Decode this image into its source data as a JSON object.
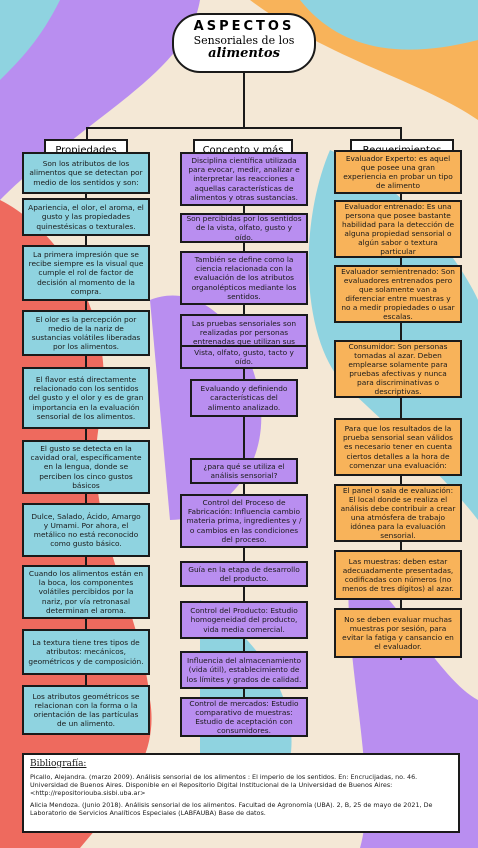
{
  "title": {
    "line1": "ASPECTOS",
    "line2": "Sensoriales de los",
    "line3": "alimentos"
  },
  "colors": {
    "blue": "#8fd3e0",
    "purple": "#b98ef0",
    "orange": "#f8b35a"
  },
  "columns": {
    "left": {
      "header": "Propiedades",
      "items": [
        "Son los atributos de los alimentos que se detectan por medio de los sentidos y son:",
        "Apariencia, el olor, el aroma, el gusto y las propiedades quinestésicas o texturales.",
        "La primera impresión que se recibe siempre es la visual que cumple el rol de factor de decisión al momento de la compra.",
        "El olor es la percepción por medio de la nariz de sustancias volátiles liberadas por los alimentos.",
        "El flavor está directamente relacionado con los sentidos del gusto y el olor y es de gran importancia en la evaluación sensorial de los alimentos.",
        "El gusto se detecta en la cavidad oral, específicamente en la lengua, donde se perciben los cinco gustos básicos",
        "Dulce, Salado, Ácido, Amargo y Umami. Por ahora, el metálico no está reconocido como gusto básico.",
        "Cuando los alimentos están en la boca, los componentes volátiles percibidos por la nariz, por vía retronasal determinan el aroma.",
        "La textura tiene tres tipos de atributos: mecánicos, geométricos y de composición.",
        "Los atributos geométricos se relacionan con la forma o la orientación de las partículas de un alimento."
      ]
    },
    "middle": {
      "header": "Concepto y más",
      "items": [
        "Disciplina científica utilizada para evocar, medir, analizar e interpretar las reacciones a aquellas características de alimentos y otras sustancias.",
        "Son percibidas por los sentidos de la vista, olfato, gusto y oído.",
        "También se define como la ciencia relacionada con la evaluación de los atributos organolépticos mediante los sentidos.",
        "Las pruebas sensoriales son realizadas por personas entrenadas que utilizan sus cinco sentidos son:",
        "Vista, olfato, gusto, tacto y oído.",
        "Evaluando y definiendo características del alimento analizado.",
        "¿para qué se utiliza el análisis sensorial?",
        "Control del Proceso de Fabricación: Influencia cambio materia prima, ingredientes y / o cambios en las condiciones del proceso.",
        "Guía en la etapa de desarrollo del producto.",
        "Control del Producto: Estudio homogeneidad del producto, vida media comercial.",
        "Influencia del almacenamiento (vida útil), establecimiento de los límites y grados de calidad.",
        "Control de mercados: Estudio comparativo de muestras: Estudio de aceptación con consumidores."
      ]
    },
    "right": {
      "header": "Requerimientos",
      "items": [
        "Evaluador Experto: es aquel que posee una gran experiencia en probar un tipo de alimento",
        "Evaluador entrenado: Es una persona que posee bastante habilidad para la detección de alguna propiedad sensorial o algún sabor o textura particular",
        "Evaluador semientrenado: Son evaluadores entrenados pero que solamente van a diferenciar entre muestras y no a medir propiedades o usar escalas.",
        "Consumidor: Son personas tomadas al azar. Deben emplearse solamente para pruebas afectivas y nunca para discriminativas o descriptivas.",
        "Para que los resultados de la prueba sensorial sean válidos es necesario tener en cuenta ciertos detalles a la hora de comenzar una evaluación:",
        "El panel o sala de evaluación: El local donde se realiza el análisis debe contribuir a crear una atmósfera de trabajo idónea para la evaluación sensorial.",
        "Las muestras: deben estar adecuadamente presentadas, codificadas con números (no menos de tres dígitos) al azar.",
        "No se deben evaluar muchas muestras por sesión, para evitar la fatiga y cansancio en el evaluador."
      ]
    }
  },
  "bibliography": {
    "title": "Bibliografía:",
    "entries": [
      "Picallo, Alejandra. (marzo 2009). Análisis sensorial de los alimentos : El imperio de los sentidos. En: Encrucijadas, no. 46. Universidad de Buenos Aires. Disponible en el Repositorio Digital Institucional de la Universidad de Buenos Aires: <http://repositoriouba.sisbi.uba.ar>",
      "Alicia Mendoza. (Junio 2018). Análisis sensorial de los alimentos. Facultad de Agronomía (UBA). 2, B, 25 de mayo de 2021, De Laboratorio de Servicios Analíticos Especiales (LABFAUBA) Base de datos."
    ]
  }
}
